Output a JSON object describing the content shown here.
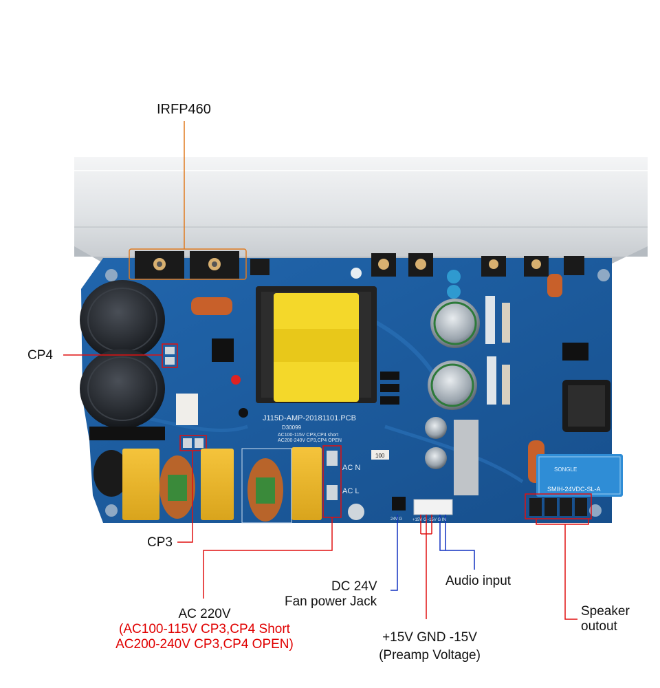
{
  "colors": {
    "pcb": "#1d5fa3",
    "heatsink": "#e6e8ea",
    "orange_leader": "#e07a1f",
    "red_leader": "#e01010",
    "blue_leader": "#1030c0",
    "warning_text": "#e00000"
  },
  "callouts": {
    "irfp460": "IRFP460",
    "cp4": "CP4",
    "cp3": "CP3",
    "ac_main": "AC 220V",
    "ac_line1": "(AC100-115V  CP3,CP4 Short",
    "ac_line2": "AC200-240V  CP3,CP4 OPEN)",
    "dc_line1": "DC 24V",
    "dc_line2": "Fan power Jack",
    "audio": "Audio input",
    "preamp_line1": "+15V GND -15V",
    "preamp_line2": "(Preamp Voltage)",
    "speaker_line1": "Speaker",
    "speaker_line2": "outout"
  },
  "board": {
    "pcb_name": "J115D-AMP-20181101.PCB",
    "pcb_code": "D30099",
    "note_line1": "AC100-115V   CP3,CP4 short",
    "note_line2": "AC200-240V   CP3,CP4 OPEN",
    "ac_n": "AC N",
    "ac_l": "AC L",
    "relay_brand": "SONGLE",
    "relay_model": "SMIH-24VDC-SL-A",
    "res_value": "100",
    "fan_jack_label": "24V  G",
    "preamp_header_label": "+15V G -15V  G  IN"
  }
}
